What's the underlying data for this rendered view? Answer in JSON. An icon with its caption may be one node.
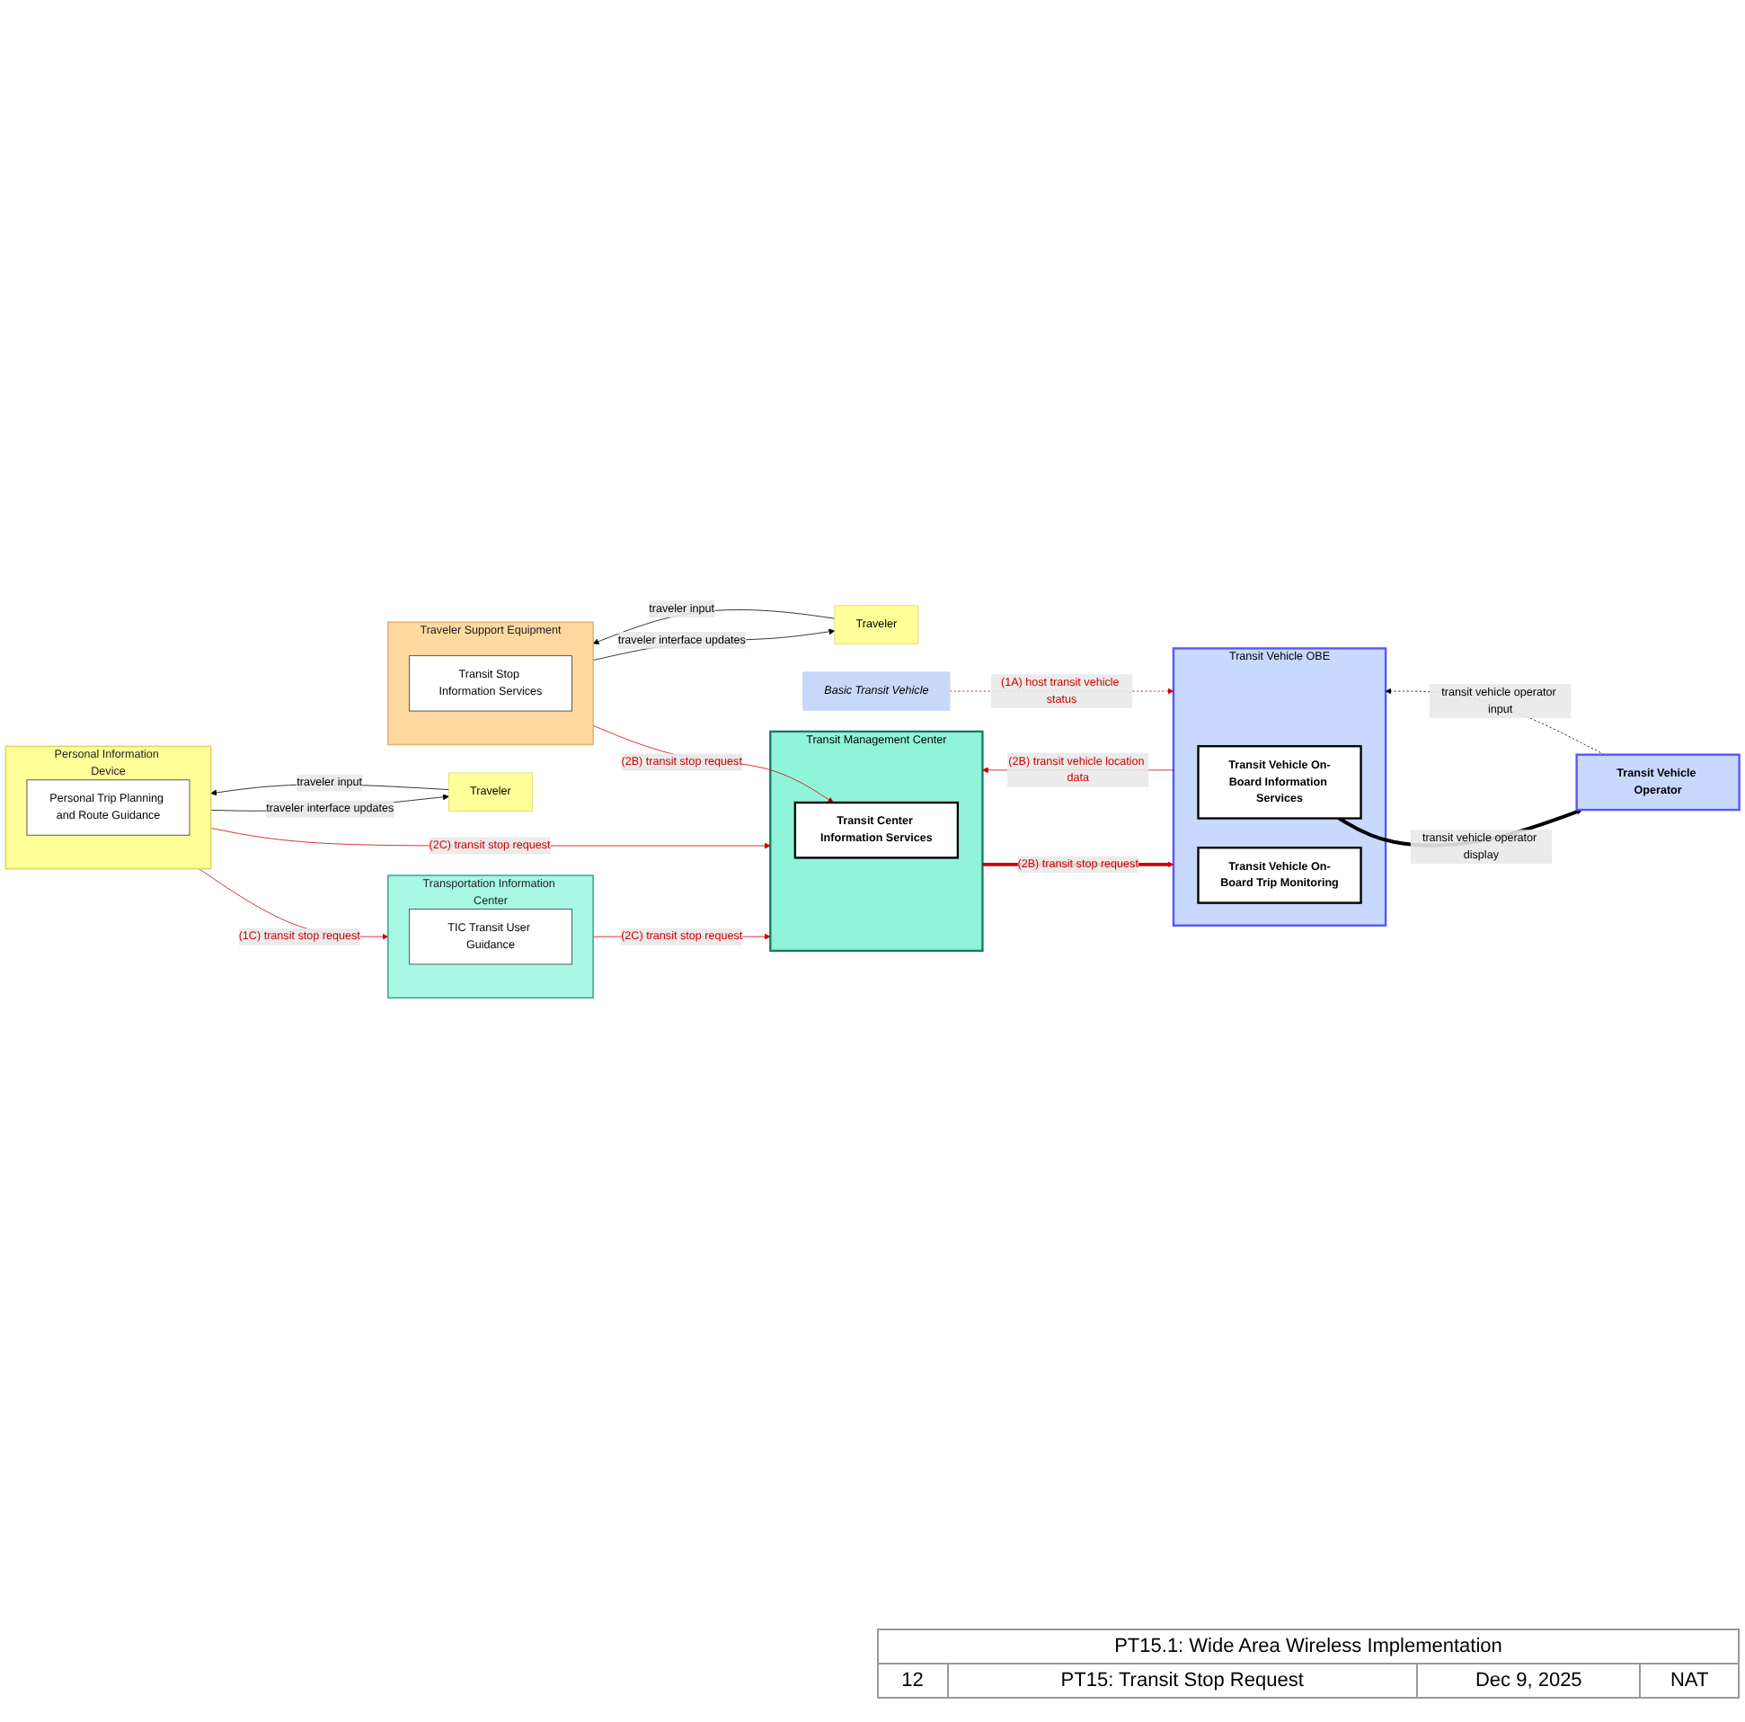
{
  "diagram": {
    "nodes": [
      {
        "text": [
          "Transportation Information Center"
        ]
      },
      {
        "text": [
          "TIC Transit User Guidance"
        ],
        "in": 0
      },
      {
        "text": [
          "Personal Information Device"
        ]
      },
      {
        "text": [
          "Personal Trip Planning and Route Guidance"
        ],
        "in": 2
      },
      {
        "text": [
          "Traveler"
        ]
      },
      {
        "text": [
          "Transit Management Center"
        ]
      },
      {
        "text": [
          "Transit Center Information Services"
        ],
        "in": 5
      },
      {
        "text": [
          "Transit Vehicle OBE"
        ]
      },
      {
        "text": [
          "Transit Vehicle On-Board Information Services"
        ],
        "in": 7
      },
      {
        "text": [
          "Transit Vehicle On-Board Trip Monitoring"
        ],
        "in": 7
      },
      {
        "text": [
          "Transit Vehicle Operator"
        ]
      },
      {
        "text": [
          "Basic Transit Vehicle"
        ]
      },
      {
        "text": [
          "Traveler Support Equipment"
        ]
      },
      {
        "text": [
          "Transit Stop Information Services"
        ],
        "in": 12
      },
      {
        "text": [
          "Traveler"
        ]
      }
    ],
    "edges": [
      {
        "from": 2,
        "to": 0,
        "arrow": "to",
        "label": "(1C) transit stop request",
        "color": "#cc0000"
      },
      {
        "from": 2,
        "to": 5,
        "arrow": "to",
        "label": "(2C) transit stop request",
        "color": "#cc0000"
      },
      {
        "from": 0,
        "to": 5,
        "arrow": "to",
        "label": "(2C) transit stop request",
        "color": "#cc0000"
      },
      {
        "from": 4,
        "to": 2,
        "arrow": "to",
        "label": "traveler input",
        "color": "#000000"
      },
      {
        "from": 2,
        "to": 4,
        "arrow": "to",
        "label": "traveler interface updates",
        "color": "#000000"
      },
      {
        "from": 10,
        "to": 7,
        "arrow": "to",
        "label": "transit vehicle operator input",
        "style": "dashed",
        "color": "#000000"
      },
      {
        "from": 8,
        "to": 10,
        "arrow": "to",
        "label": "transit vehicle operator display",
        "style": "thick",
        "color": "#000000"
      },
      {
        "from": 7,
        "to": 5,
        "arrow": "to",
        "label": "(2B) transit vehicle location data",
        "color": "#cc0000"
      },
      {
        "from": 5,
        "to": 7,
        "arrow": "to",
        "label": "(2B) transit stop request",
        "style": "thick",
        "color": "#cc0000"
      },
      {
        "from": 11,
        "to": 7,
        "arrow": "to",
        "label": "(1A) host transit vehicle status",
        "style": "dashed",
        "color": "#cc0000"
      },
      {
        "from": 12,
        "to": 6,
        "arrow": "to",
        "label": "(2B) transit stop request",
        "color": "#cc0000"
      },
      {
        "from": 14,
        "to": 12,
        "arrow": "to",
        "label": "traveler input",
        "color": "#000000"
      },
      {
        "from": 12,
        "to": 14,
        "arrow": "to",
        "label": "traveler interface updates",
        "color": "#000000"
      }
    ],
    "labels": [
      "PT15.1: Wide Area Wireless Implementation",
      "12",
      "PT15: Transit Stop Request",
      "Dec 9, 2025",
      "NAT"
    ]
  }
}
